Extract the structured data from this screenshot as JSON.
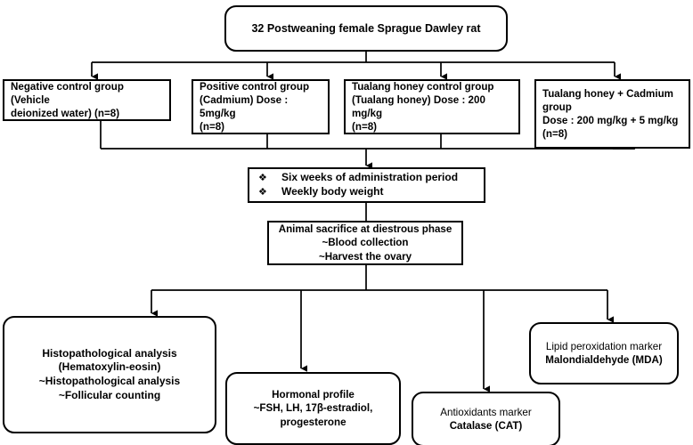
{
  "diagram": {
    "title": "Experimental design flowchart",
    "stroke_color": "#000000",
    "background_color": "#ffffff"
  },
  "top": {
    "label": "32 Postweaning female Sprague Dawley rat"
  },
  "groups": [
    {
      "name": "negative-control",
      "lines": [
        "Negative control group (Vehicle",
        "deionized water) (n=8)"
      ]
    },
    {
      "name": "positive-control",
      "lines": [
        "Positive control group",
        "(Cadmium) Dose : 5mg/kg",
        "(n=8)"
      ]
    },
    {
      "name": "tualang-honey-control",
      "lines": [
        "Tualang honey control group",
        "(Tualang honey)  Dose : 200 mg/kg",
        "(n=8)"
      ]
    },
    {
      "name": "tualang-honey-cadmium",
      "lines": [
        "Tualang honey + Cadmium",
        "group",
        "Dose : 200 mg/kg + 5 mg/kg",
        "(n=8)"
      ]
    }
  ],
  "administration": {
    "bullet_glyph": "❖",
    "items": [
      "Six weeks of administration period",
      "Weekly body weight"
    ]
  },
  "sacrifice": {
    "lines": [
      "Animal sacrifice at diestrous phase",
      "~Blood collection",
      "~Harvest the ovary"
    ]
  },
  "outcomes": [
    {
      "name": "histopathological-analysis",
      "lines": [
        "Histopathological analysis",
        "(Hematoxylin-eosin)",
        "~Histopathological analysis",
        "~Follicular counting"
      ]
    },
    {
      "name": "hormonal-profile",
      "lines": [
        "Hormonal profile",
        "~FSH, LH, 17β-estradiol,",
        "progesterone"
      ]
    },
    {
      "name": "antioxidants-marker",
      "title": "Antioxidants marker",
      "emphasis": "Catalase (CAT)"
    },
    {
      "name": "lipid-peroxidation-marker",
      "title": "Lipid peroxidation marker",
      "emphasis": "Malondialdehyde (MDA)"
    }
  ]
}
